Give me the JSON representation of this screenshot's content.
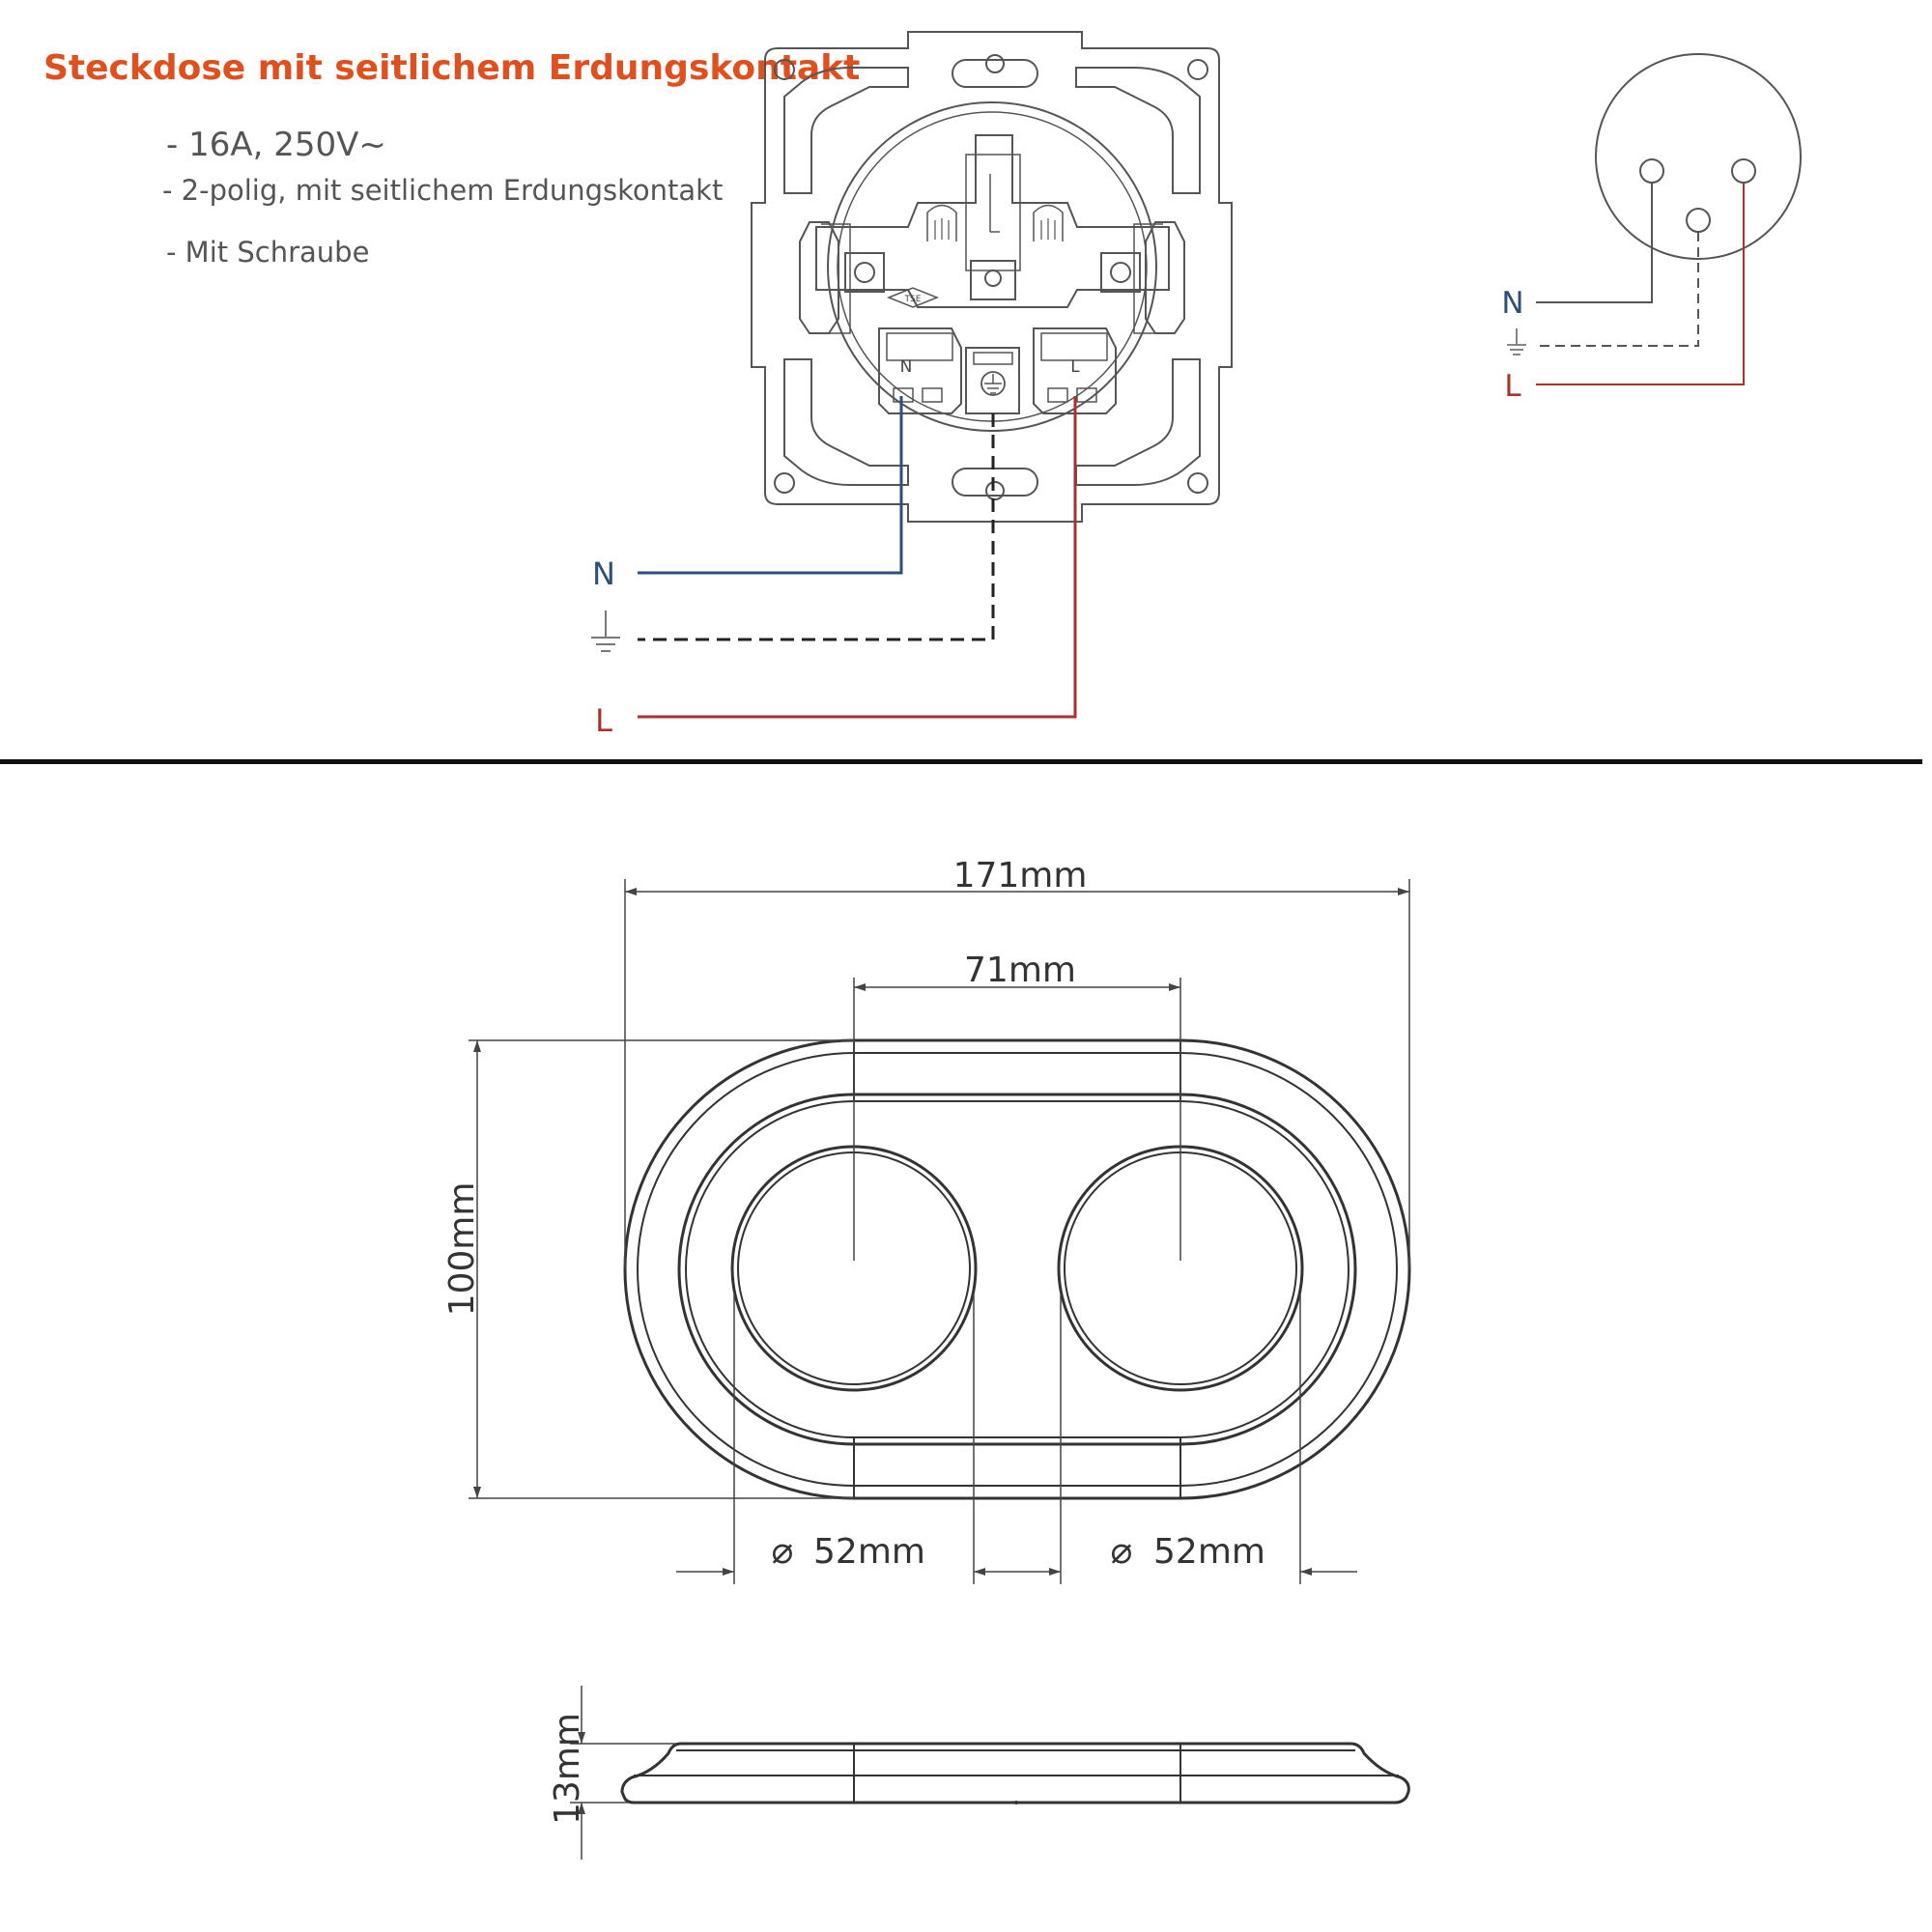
{
  "header": {
    "title": "Steckdose mit seitlichem Erdungskontakt",
    "specs": [
      "- 16A, 250V~",
      "- 2-polig, mit seitlichem Erdungskontakt",
      "- Mit Schraube"
    ]
  },
  "wiring": {
    "neutral_label": "N",
    "live_label": "L",
    "terminal_n": "N",
    "terminal_l": "L",
    "cert_mark": "TSE",
    "colors": {
      "neutral": "#2e4f7a",
      "live": "#a8322c",
      "earth": "#333333",
      "line": "#555555"
    }
  },
  "schematic": {
    "neutral_label": "N",
    "live_label": "L"
  },
  "dimensions": {
    "overall_width": "171mm",
    "center_spacing": "71mm",
    "height": "100mm",
    "hole_diameter_left": "52mm",
    "hole_diameter_right": "52mm",
    "diameter_symbol": "⌀",
    "depth": "13mm"
  }
}
